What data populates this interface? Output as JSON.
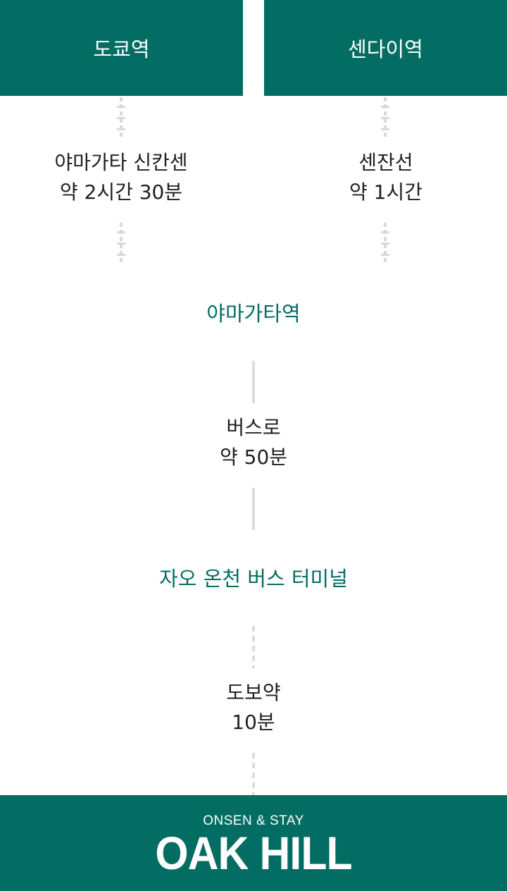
{
  "origins": {
    "left": "도쿄역",
    "right": "센다이역"
  },
  "routes": {
    "left": {
      "line1": "야마가타 신칸센",
      "line2": "약 2시간 30분"
    },
    "right": {
      "line1": "센잔선",
      "line2": "약 1시간"
    }
  },
  "stops": {
    "yamagata": "야마가타역",
    "zao_terminal": "자오 온천 버스 터미널"
  },
  "bus": {
    "line1": "버스로",
    "line2": "약 50분"
  },
  "walk": {
    "line1": "도보약",
    "line2": "10분"
  },
  "footer": {
    "sub": "ONSEN & STAY",
    "brand": "OAK HILL"
  },
  "colors": {
    "brand_green": "#046d63",
    "line_gray": "#dcdcdc"
  },
  "icons": [
    "railway-track-icon"
  ]
}
